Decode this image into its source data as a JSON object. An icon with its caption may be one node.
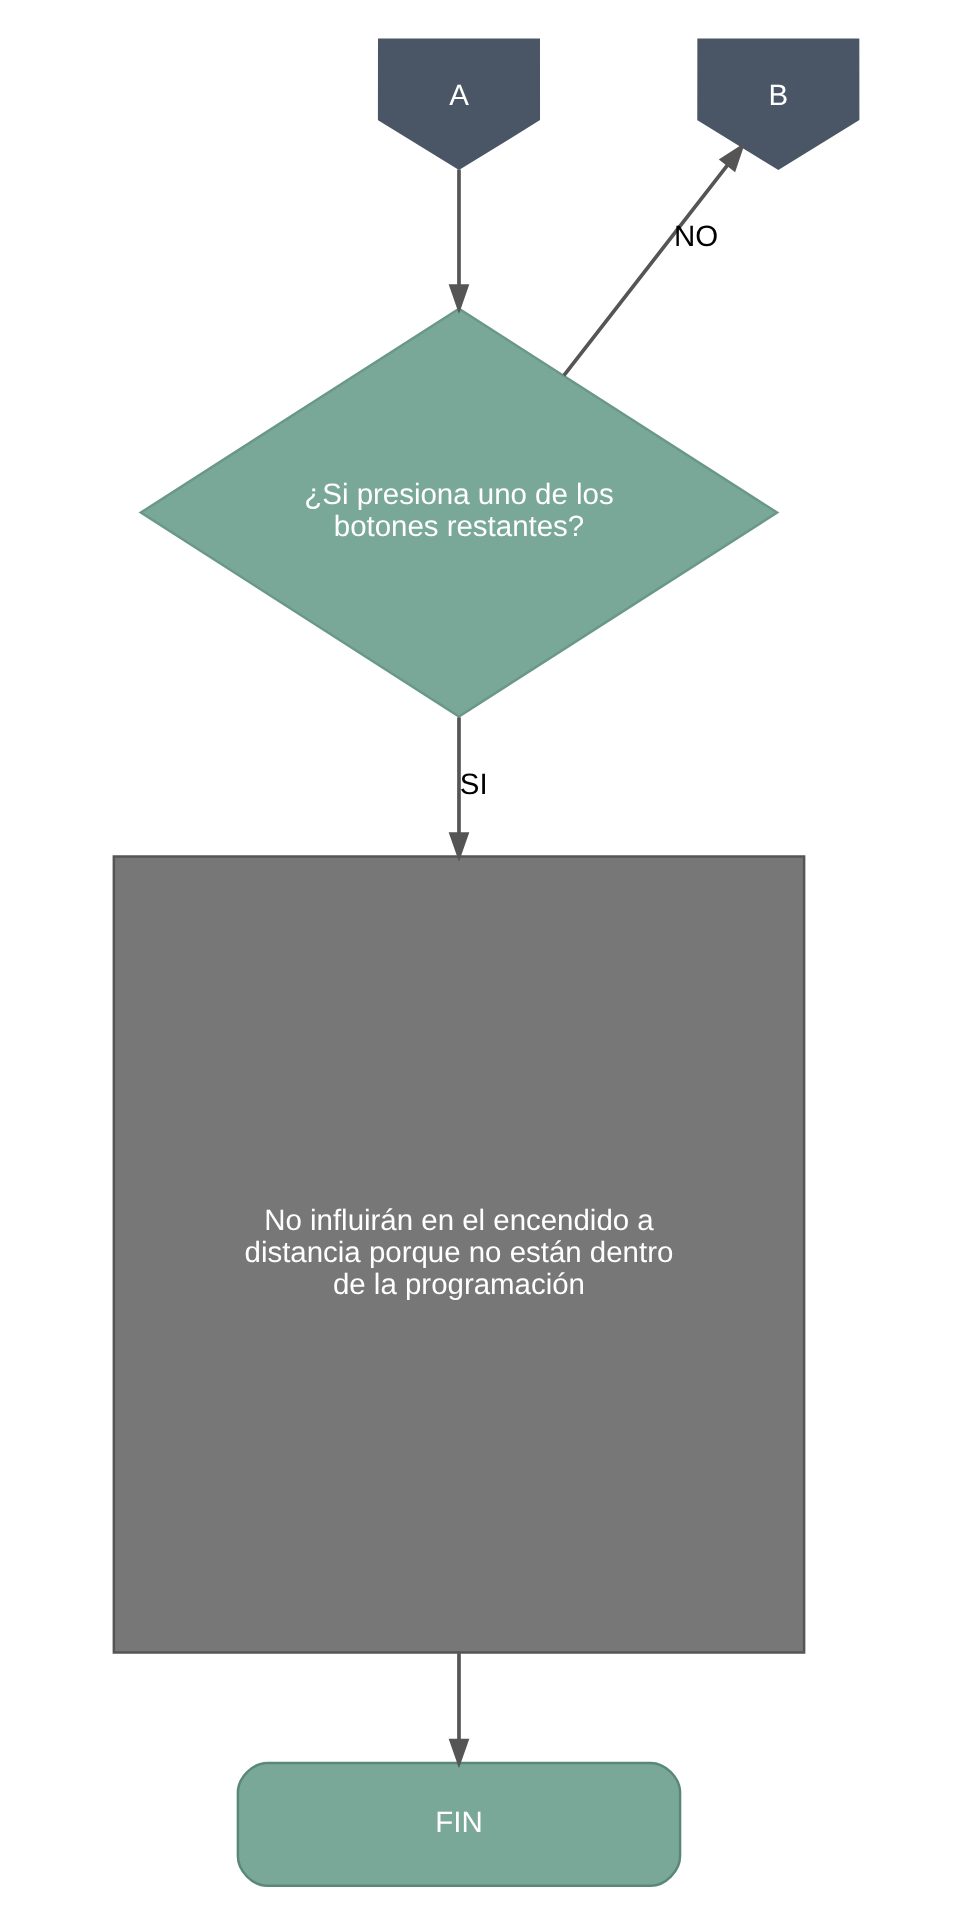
{
  "diagram": {
    "nodes": [
      {
        "text": [
          "A"
        ]
      },
      {
        "text": [
          "B"
        ]
      },
      {
        "text": [
          "¿Si presiona uno de los botones restantes?"
        ]
      },
      {
        "text": [
          "No influirán en el encendido a distancia porque no están dentro de la programación"
        ]
      },
      {
        "text": [
          "FIN"
        ]
      }
    ],
    "edges": [
      {
        "from": 0,
        "to": 2,
        "arrow": "to"
      },
      {
        "from": 2,
        "to": 1,
        "arrow": "to",
        "label": "NO"
      },
      {
        "from": 2,
        "to": 3,
        "arrow": "to",
        "label": "SI"
      },
      {
        "from": 3,
        "to": 4,
        "arrow": "to"
      }
    ]
  }
}
